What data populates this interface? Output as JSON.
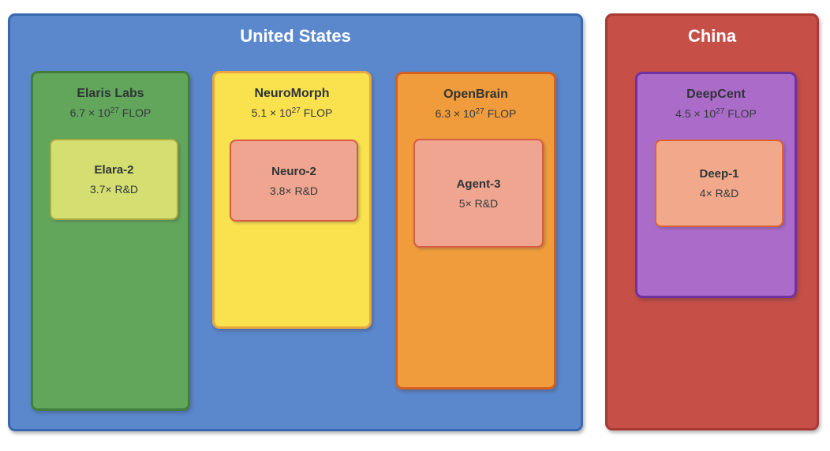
{
  "countries": [
    {
      "name": "United States",
      "fill": "#5b88cc",
      "border": "#3a68ae",
      "labs": [
        {
          "name": "Elaris Labs",
          "flop_base": "6.7 × 10",
          "flop_exponent": "27",
          "flop_unit": "FLOP",
          "fill": "#62a65c",
          "border": "#417f3b",
          "model": {
            "name": "Elara-2",
            "rnd": "3.7× R&D",
            "fill": "#d5de70",
            "border": "#a9ab41"
          }
        },
        {
          "name": "NeuroMorph",
          "flop_base": "5.1 × 10",
          "flop_exponent": "27",
          "flop_unit": "FLOP",
          "fill": "#fae14e",
          "border": "#e9a63e",
          "model": {
            "name": "Neuro-2",
            "rnd": "3.8× R&D",
            "fill": "#efa58f",
            "border": "#d85c41"
          }
        },
        {
          "name": "OpenBrain",
          "flop_base": "6.3 × 10",
          "flop_exponent": "27",
          "flop_unit": "FLOP",
          "fill": "#f09c3c",
          "border": "#d55f22",
          "model": {
            "name": "Agent-3",
            "rnd": "5× R&D",
            "fill": "#efa58f",
            "border": "#d85c41"
          }
        }
      ]
    },
    {
      "name": "China",
      "fill": "#c64f48",
      "border": "#a93a33",
      "labs": [
        {
          "name": "DeepCent",
          "flop_base": "4.5 × 10",
          "flop_exponent": "27",
          "flop_unit": "FLOP",
          "fill": "#aa6cc8",
          "border": "#7031a3",
          "model": {
            "name": "Deep-1",
            "rnd": "4× R&D",
            "fill": "#f2a98b",
            "border": "#da6434"
          }
        }
      ]
    }
  ]
}
